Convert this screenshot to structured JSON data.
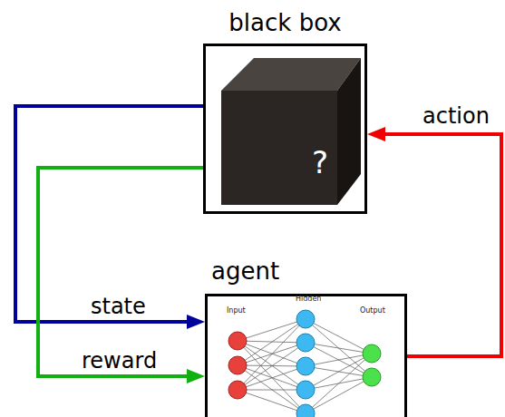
{
  "diagram": {
    "nodes": [
      {
        "text": [
          "black box",
          "?"
        ]
      },
      {
        "text": [
          "agent"
        ]
      }
    ],
    "edges": [
      {
        "from": 0,
        "to": 1,
        "label": "state",
        "arrow": "to"
      },
      {
        "from": 0,
        "to": 1,
        "label": "reward",
        "arrow": "to"
      },
      {
        "from": 1,
        "to": 0,
        "label": "action",
        "arrow": "to"
      }
    ],
    "labels": [
      "Input",
      "Hidden",
      "Output"
    ]
  }
}
